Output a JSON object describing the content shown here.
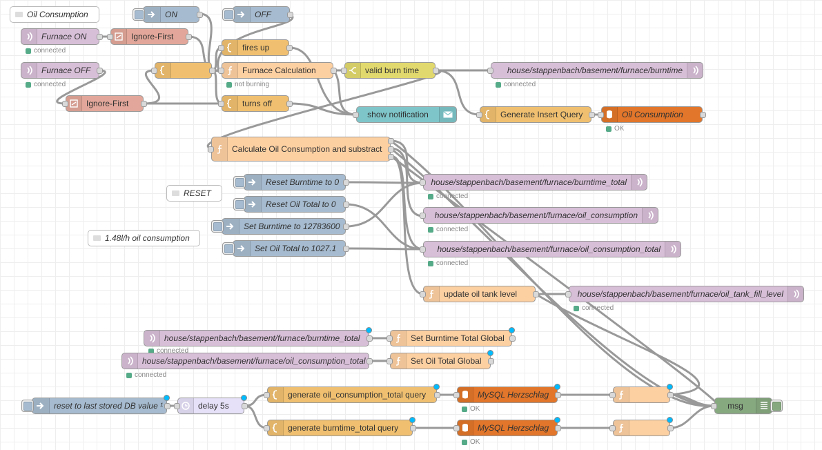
{
  "canvas": {
    "comments": {
      "oil_consumption": "Oil Consumption",
      "reset": "RESET",
      "rate": "1.48l/h oil consumption"
    },
    "nodes": {
      "on": "ON",
      "off": "OFF",
      "furnace_on": "Furnace ON",
      "furnace_off": "Furnace OFF",
      "ignore_first_1": "Ignore-First",
      "ignore_first_2": "Ignore-First",
      "fires_up": "fires up",
      "turns_off": "turns off",
      "furnace_calc": "Furnace Calculation",
      "valid_burn": "valid burn time",
      "mqtt_burntime": "house/stappenbach/basement/furnace/burntime",
      "show_notification": "show notification",
      "generate_insert": "Generate Insert Query",
      "oil_consumption_db": "Oil Consumption",
      "calc_oil": "Calculate Oil Consumption and substract",
      "reset_burntime": "Reset Burntime to 0",
      "reset_oil_total": "Reset Oil Total to 0",
      "set_burntime": "Set Burntime to 12783600",
      "set_oil_total": "Set Oil Total to 1027.1",
      "mqtt_burntime_total": "house/stappenbach/basement/furnace/burntime_total",
      "mqtt_oil_consumption": "house/stappenbach/basement/furnace/oil_consumption",
      "mqtt_oil_consumption_total": "house/stappenbach/basement/furnace/oil_consumption_total",
      "update_tank": "update oil tank level",
      "mqtt_tank_fill": "house/stappenbach/basement/furnace/oil_tank_fill_level",
      "mqtt_in_burntime_total": "house/stappenbach/basement/furnace/burntime_total",
      "set_burntime_global": "Set Burntime Total Global",
      "mqtt_in_oil_total": "house/stappenbach/basement/furnace/oil_consumption_total",
      "set_oil_global": "Set Oil Total Global",
      "reset_last_db": "reset to last stored DB value ¹",
      "delay": "delay 5s",
      "gen_oil_total_query": "generate oil_consumption_total query",
      "gen_burntime_query": "generate burntime_total query",
      "mysql_1": "MySQL Herzschlag",
      "mysql_2": "MySQL Herzschlag",
      "msg": "msg"
    },
    "status": {
      "connected": "connected",
      "not_burning": "not burning",
      "ok": "OK"
    },
    "colors": {
      "mqtt": "#d8bfd8",
      "function": "#fdd0a2",
      "change": "#e2d96e",
      "inject": "#a6bbcf",
      "template": "#f0c070",
      "rbe": "#e2a79a",
      "mysql": "#e2762a",
      "notify": "#7ec5c9",
      "delay": "#e6e0f8",
      "debug": "#87a980",
      "status_ok": "#55aa88"
    },
    "icons": {
      "inject": "arrow-in-icon",
      "mqtt": "bridge-signal-icon",
      "function": "function-icon",
      "template": "brace-icon",
      "switch": "switch-icon",
      "rbe": "filter-icon",
      "database": "database-icon",
      "notify": "envelope-icon",
      "delay": "timer-icon",
      "debug": "list-icon",
      "comment": "comment-icon"
    }
  }
}
